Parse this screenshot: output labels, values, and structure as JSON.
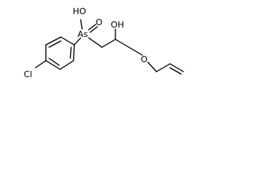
{
  "molecule": {
    "atom_labels": {
      "hydroxy_on_arsenic": "HO",
      "arsenic": "As",
      "oxo_on_arsenic": "O",
      "hydroxy_on_chain": "OH",
      "ether_oxygen": "O",
      "chlorine": "Cl"
    }
  }
}
